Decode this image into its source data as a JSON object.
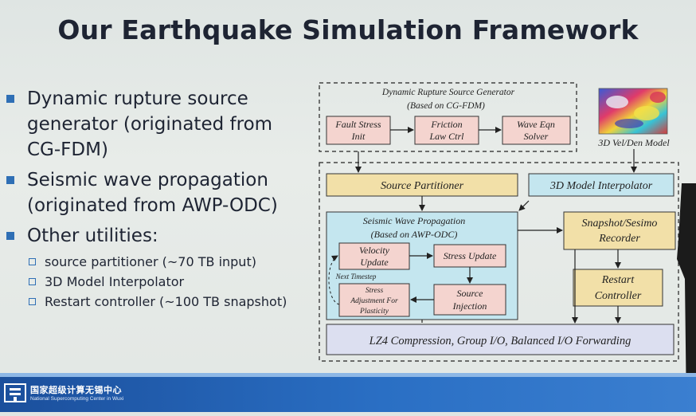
{
  "slide": {
    "title": "Our Earthquake Simulation Framework"
  },
  "bullets": [
    {
      "text": "Dynamic rupture source generator (originated from CG-FDM)"
    },
    {
      "text": "Seismic wave propagation (originated from AWP-ODC)"
    },
    {
      "text": "Other utilities:"
    }
  ],
  "sub_bullets": [
    {
      "text": "source partitioner (~70 TB input)"
    },
    {
      "text": "3D Model Interpolator"
    },
    {
      "text": "Restart controller (~100 TB snapshot)"
    }
  ],
  "diagram": {
    "rupture_group_title": "Dynamic Rupture Source Generator",
    "rupture_group_subtitle": "(Based on CG-FDM)",
    "fault_stress_init": [
      "Fault Stress",
      "Init"
    ],
    "friction_law_ctrl": [
      "Friction",
      "Law Ctrl"
    ],
    "wave_eqn_solver": [
      "Wave Eqn",
      "Solver"
    ],
    "vel_den_model_label": "3D Vel/Den Model",
    "source_partitioner": "Source Partitioner",
    "model_interpolator": "3D Model Interpolator",
    "wave_prop_title": "Seismic Wave Propagation",
    "wave_prop_subtitle": "(Based on AWP-ODC)",
    "velocity_update": [
      "Velocity",
      "Update"
    ],
    "stress_update": "Stress Update",
    "next_timestep": "Next Timestep",
    "stress_adjustment": [
      "Stress",
      "Adjustment For",
      "Plasticity"
    ],
    "source_injection": [
      "Source",
      "Injection"
    ],
    "snapshot_recorder": [
      "Snapshot/Sesimo",
      "Recorder"
    ],
    "restart_controller": [
      "Restart",
      "Controller"
    ],
    "io_bar": "LZ4 Compression, Group I/O,  Balanced I/O Forwarding"
  },
  "footer": {
    "org_cn": "国家超级计算无锡中心",
    "org_en": "National Supercomputing Center in Wuxi"
  },
  "colors": {
    "yellow_box": "#f2e0a8",
    "cyan_box": "#c4e6ef",
    "salmon_box": "#f4d4cf",
    "lavender_box": "#dcdff0",
    "footer_blue": "#2a6fc4",
    "bullet_blue": "#2f6fb5"
  }
}
